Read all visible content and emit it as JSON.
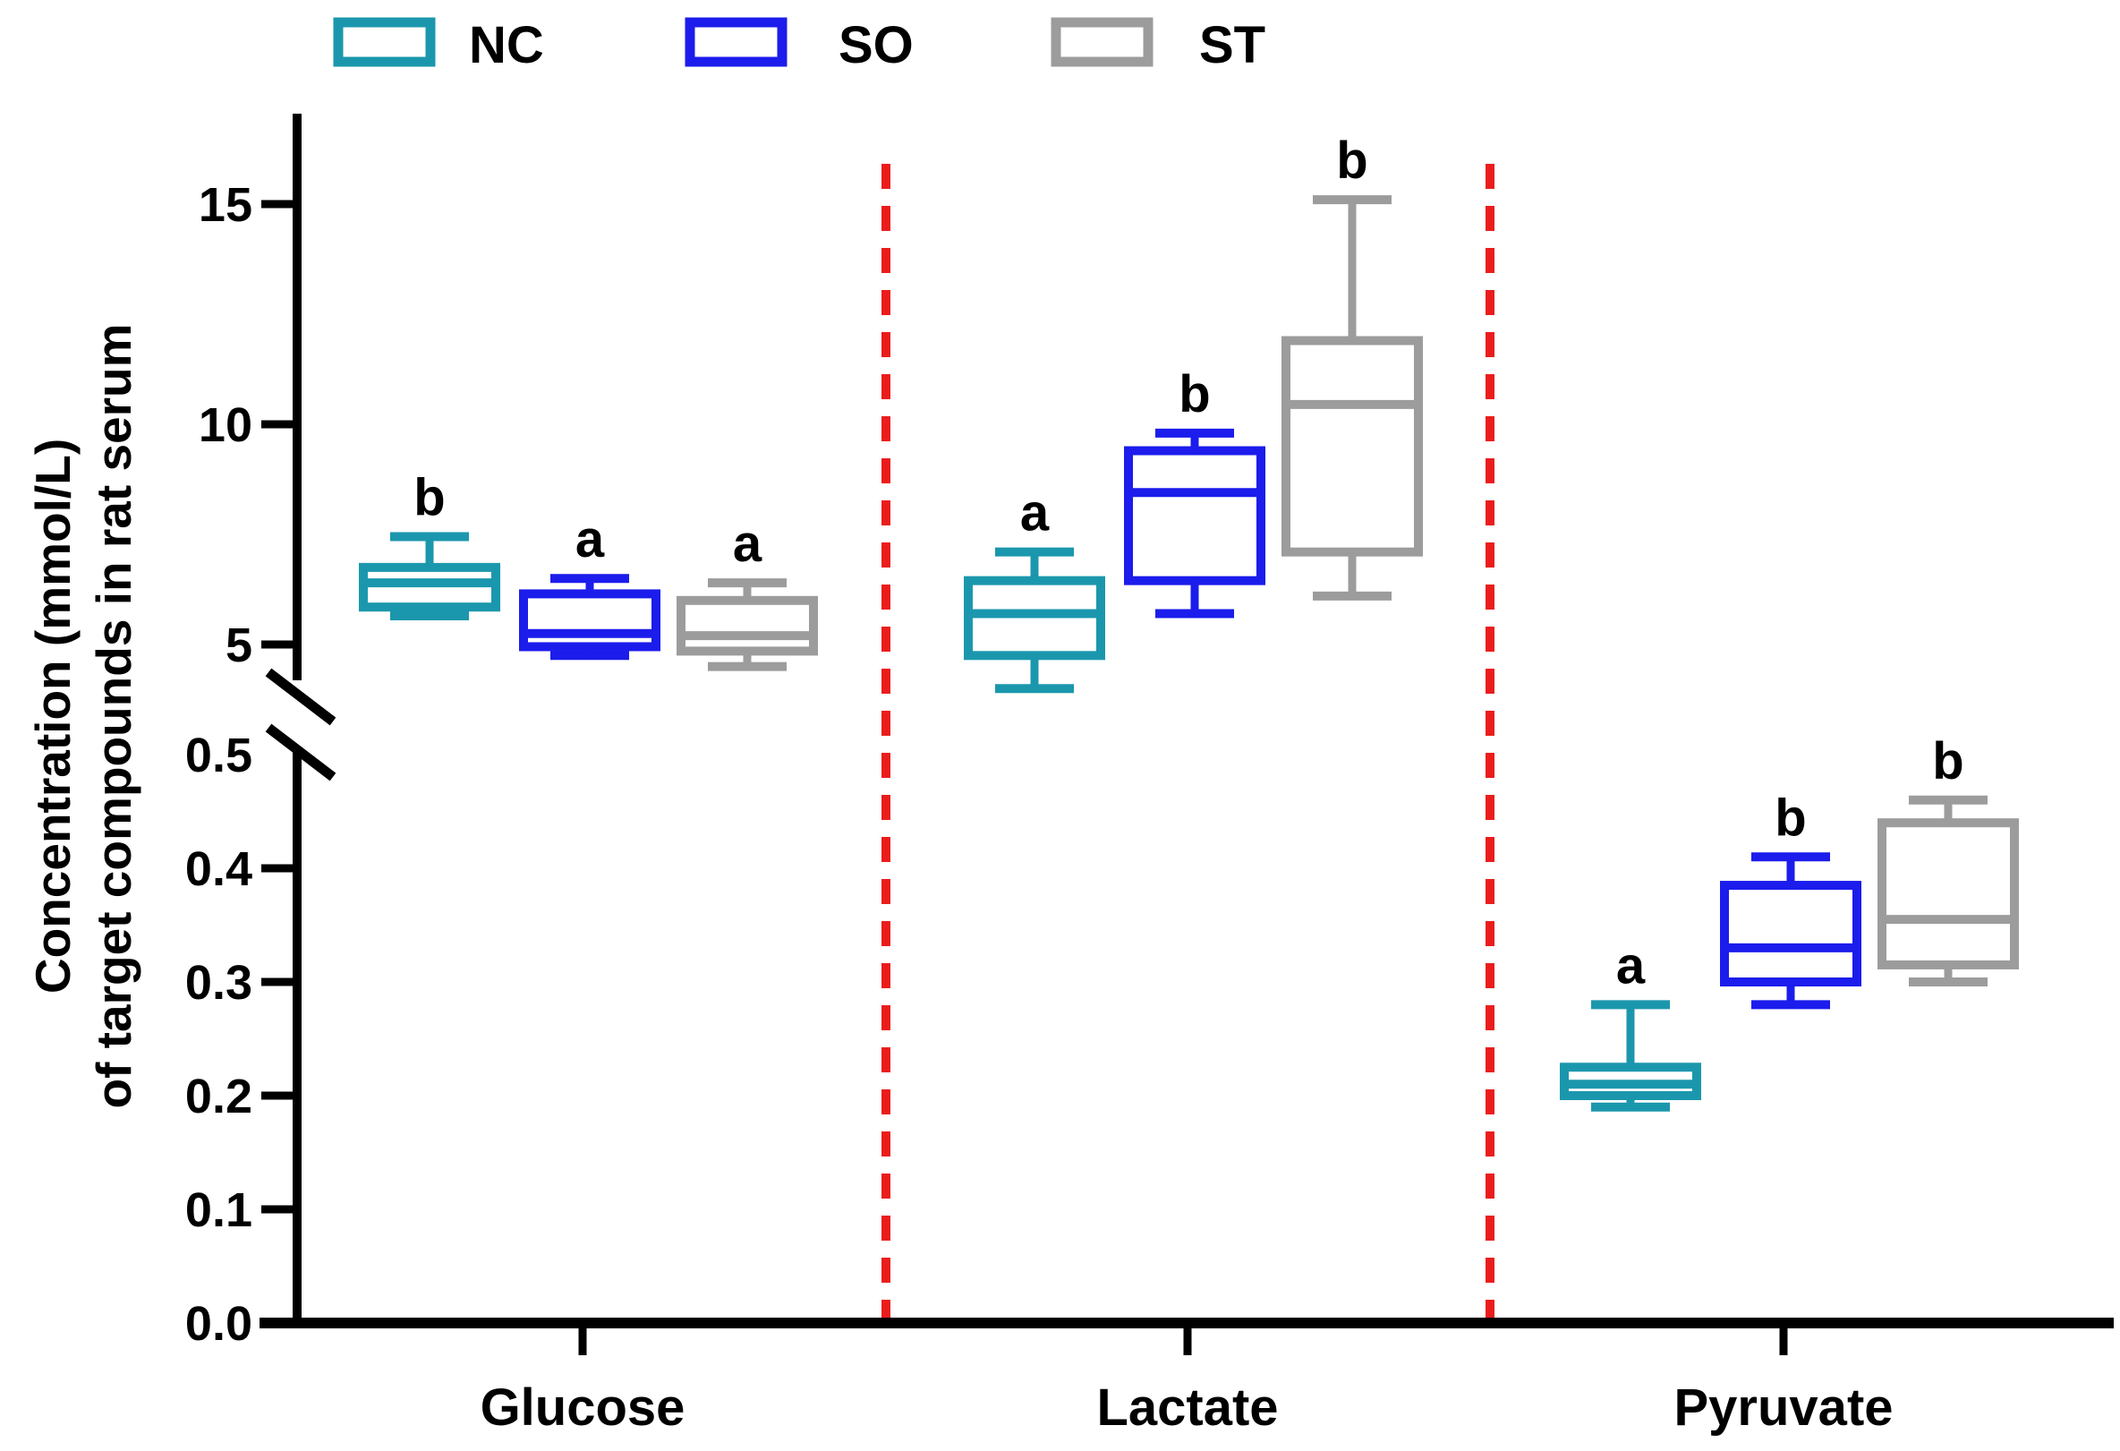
{
  "legend": {
    "items": [
      {
        "label": "NC",
        "color": "#1b97ad"
      },
      {
        "label": "SO",
        "color": "#1c1cec"
      },
      {
        "label": "ST",
        "color": "#9c9c9c"
      }
    ]
  },
  "y_axis": {
    "label_line1": "Concentration (mmol/L)",
    "label_line2": "of target compounds in rat serum",
    "upper_ticks": [
      {
        "label": "15",
        "value": 15
      },
      {
        "label": "10",
        "value": 10
      },
      {
        "label": "5",
        "value": 5
      }
    ],
    "lower_ticks": [
      {
        "label": "0.5",
        "value": 0.5
      },
      {
        "label": "0.4",
        "value": 0.4
      },
      {
        "label": "0.3",
        "value": 0.3
      },
      {
        "label": "0.2",
        "value": 0.2
      },
      {
        "label": "0.1",
        "value": 0.1
      },
      {
        "label": "0.0",
        "value": 0.0
      }
    ],
    "has_break": true
  },
  "x_axis": {
    "categories": [
      "Glucose",
      "Lactate",
      "Pyruvate"
    ]
  },
  "separator_color": "#ea1d1d",
  "chart_data": {
    "type": "boxplot",
    "unit": "mmol/L",
    "categories": [
      "Glucose",
      "Lactate",
      "Pyruvate"
    ],
    "y_axis_break": {
      "lower_range": [
        0.0,
        0.5
      ],
      "lower_tick_step": 0.1,
      "upper_range": [
        5,
        17
      ],
      "upper_ticks": [
        5,
        10,
        15
      ]
    },
    "legend_position": "top",
    "grid": false,
    "series": [
      {
        "name": "NC",
        "color": "#1b97ad",
        "boxes": [
          {
            "category": "Glucose",
            "whisker_low": 5.65,
            "q1": 5.85,
            "median": 6.4,
            "q3": 6.75,
            "whisker_high": 7.45,
            "sig": "b"
          },
          {
            "category": "Lactate",
            "whisker_low": 4.0,
            "q1": 4.75,
            "median": 5.7,
            "q3": 6.45,
            "whisker_high": 7.1,
            "sig": "a"
          },
          {
            "category": "Pyruvate",
            "whisker_low": 0.19,
            "q1": 0.2,
            "median": 0.21,
            "q3": 0.225,
            "whisker_high": 0.28,
            "sig": "a"
          }
        ]
      },
      {
        "name": "SO",
        "color": "#1c1cec",
        "boxes": [
          {
            "category": "Glucose",
            "whisker_low": 4.75,
            "q1": 4.95,
            "median": 5.25,
            "q3": 6.15,
            "whisker_high": 6.5,
            "sig": "a"
          },
          {
            "category": "Lactate",
            "whisker_low": 5.7,
            "q1": 6.45,
            "median": 8.45,
            "q3": 9.4,
            "whisker_high": 9.8,
            "sig": "b"
          },
          {
            "category": "Pyruvate",
            "whisker_low": 0.28,
            "q1": 0.3,
            "median": 0.33,
            "q3": 0.385,
            "whisker_high": 0.41,
            "sig": "b"
          }
        ]
      },
      {
        "name": "ST",
        "color": "#9c9c9c",
        "boxes": [
          {
            "category": "Glucose",
            "whisker_low": 4.5,
            "q1": 4.85,
            "median": 5.2,
            "q3": 6.0,
            "whisker_high": 6.4,
            "sig": "a"
          },
          {
            "category": "Lactate",
            "whisker_low": 6.1,
            "q1": 7.1,
            "median": 10.45,
            "q3": 11.9,
            "whisker_high": 15.1,
            "sig": "b"
          },
          {
            "category": "Pyruvate",
            "whisker_low": 0.3,
            "q1": 0.315,
            "median": 0.355,
            "q3": 0.44,
            "whisker_high": 0.46,
            "sig": "b"
          }
        ]
      }
    ]
  }
}
